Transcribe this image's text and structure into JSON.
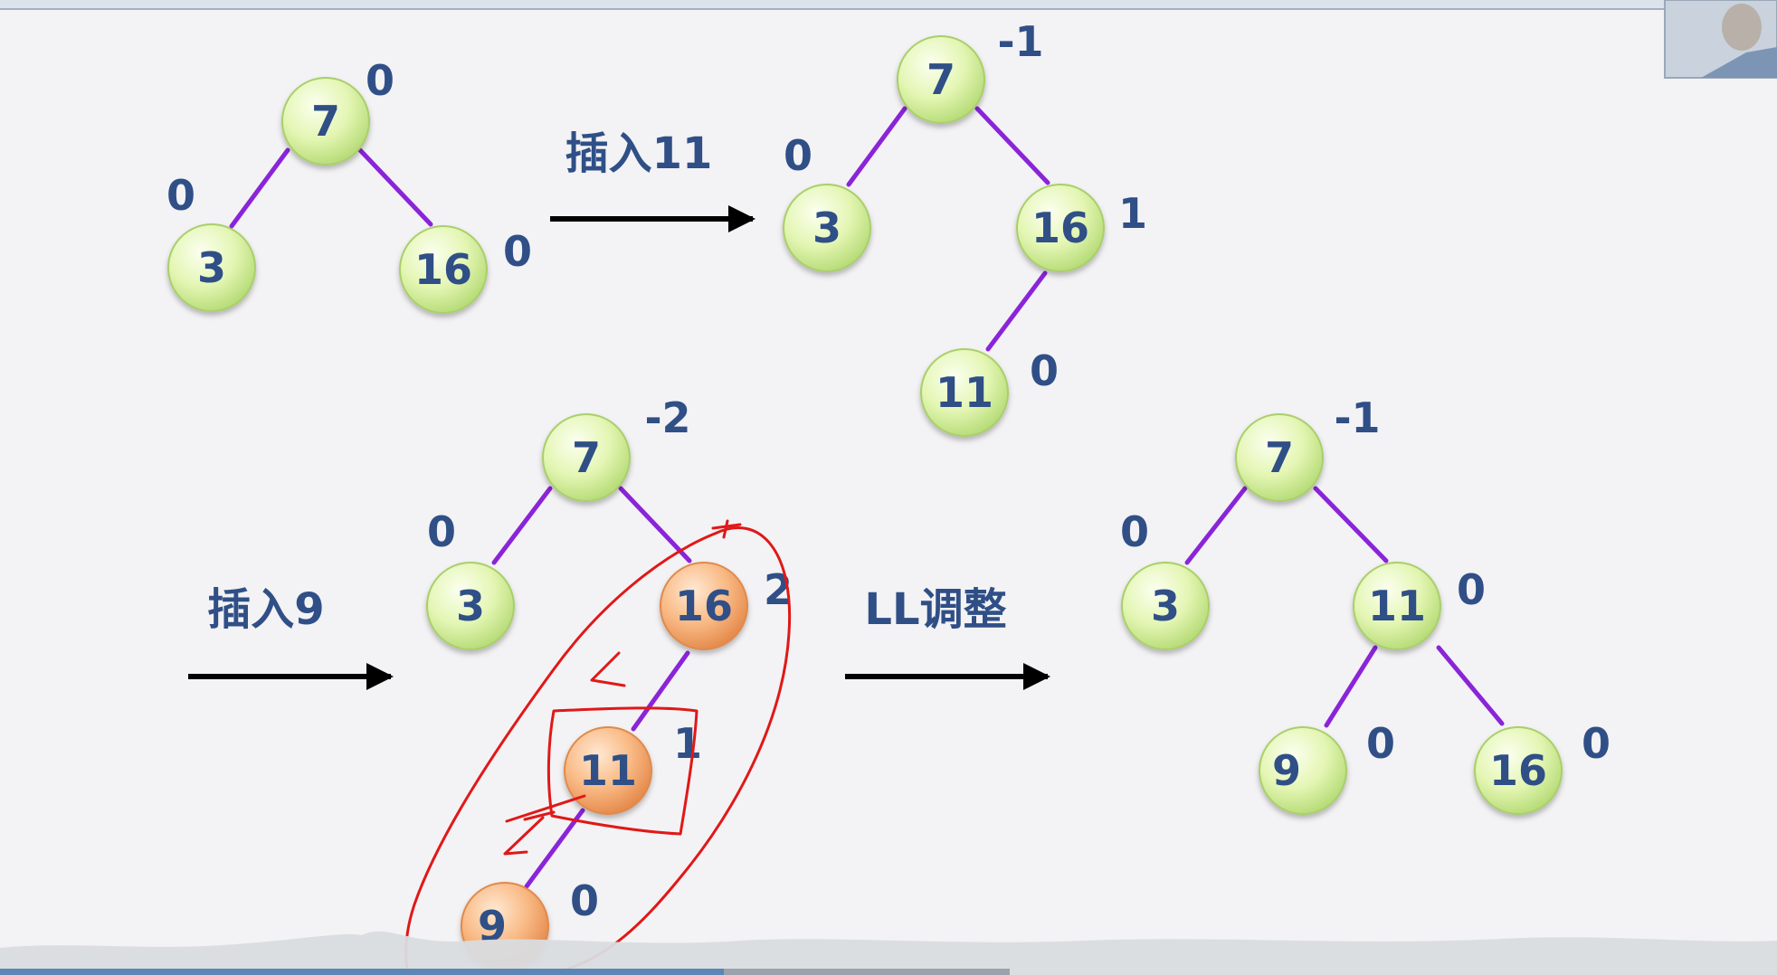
{
  "steps": {
    "insert11": "插入11",
    "insert9": "插入9",
    "ll_adjust": "LL调整"
  },
  "trees": {
    "t1": {
      "n7": {
        "v": "7",
        "bf": "0"
      },
      "n3": {
        "v": "3",
        "bf": "0"
      },
      "n16": {
        "v": "16",
        "bf": "0"
      }
    },
    "t2": {
      "n7": {
        "v": "7",
        "bf": "-1"
      },
      "n3": {
        "v": "3",
        "bf": "0"
      },
      "n16": {
        "v": "16",
        "bf": "1"
      },
      "n11": {
        "v": "11",
        "bf": "0"
      }
    },
    "t3": {
      "n7": {
        "v": "7",
        "bf": "-2"
      },
      "n3": {
        "v": "3",
        "bf": "0"
      },
      "n16": {
        "v": "16",
        "bf": "2"
      },
      "n11": {
        "v": "11",
        "bf": "1"
      },
      "n9": {
        "v": "9",
        "bf": "0"
      }
    },
    "t4": {
      "n7": {
        "v": "7",
        "bf": "-1"
      },
      "n3": {
        "v": "3",
        "bf": "0"
      },
      "n11": {
        "v": "11",
        "bf": "0"
      },
      "n9": {
        "v": "9",
        "bf": "0"
      },
      "n16": {
        "v": "16",
        "bf": "0"
      }
    }
  },
  "colors": {
    "background": "#f3f2f4",
    "node_green": "#e4f6b4",
    "node_orange": "#f9ba85",
    "node_text": "#2f4f86",
    "balance_text": "#2f4f86",
    "edge": "#8a24d9",
    "arrow": "#000000",
    "annotation": "#e01818"
  }
}
